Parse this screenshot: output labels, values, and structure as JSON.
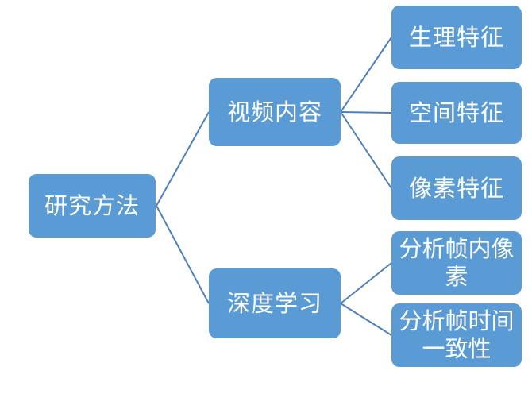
{
  "diagram": {
    "type": "horizontal-hierarchy",
    "background_color": "#ffffff",
    "node_fill_color": "#5B9BD5",
    "node_text_color": "#ffffff",
    "connector_color": "#4E80BC",
    "root": {
      "label": "研究方法"
    },
    "branches": [
      {
        "label": "视频内容",
        "children": [
          {
            "label": "生理特征"
          },
          {
            "label": "空间特征"
          },
          {
            "label": "像素特征"
          }
        ]
      },
      {
        "label": "深度学习",
        "children": [
          {
            "label": "分析帧内像素"
          },
          {
            "label": "分析帧时间一致性"
          }
        ]
      }
    ]
  }
}
